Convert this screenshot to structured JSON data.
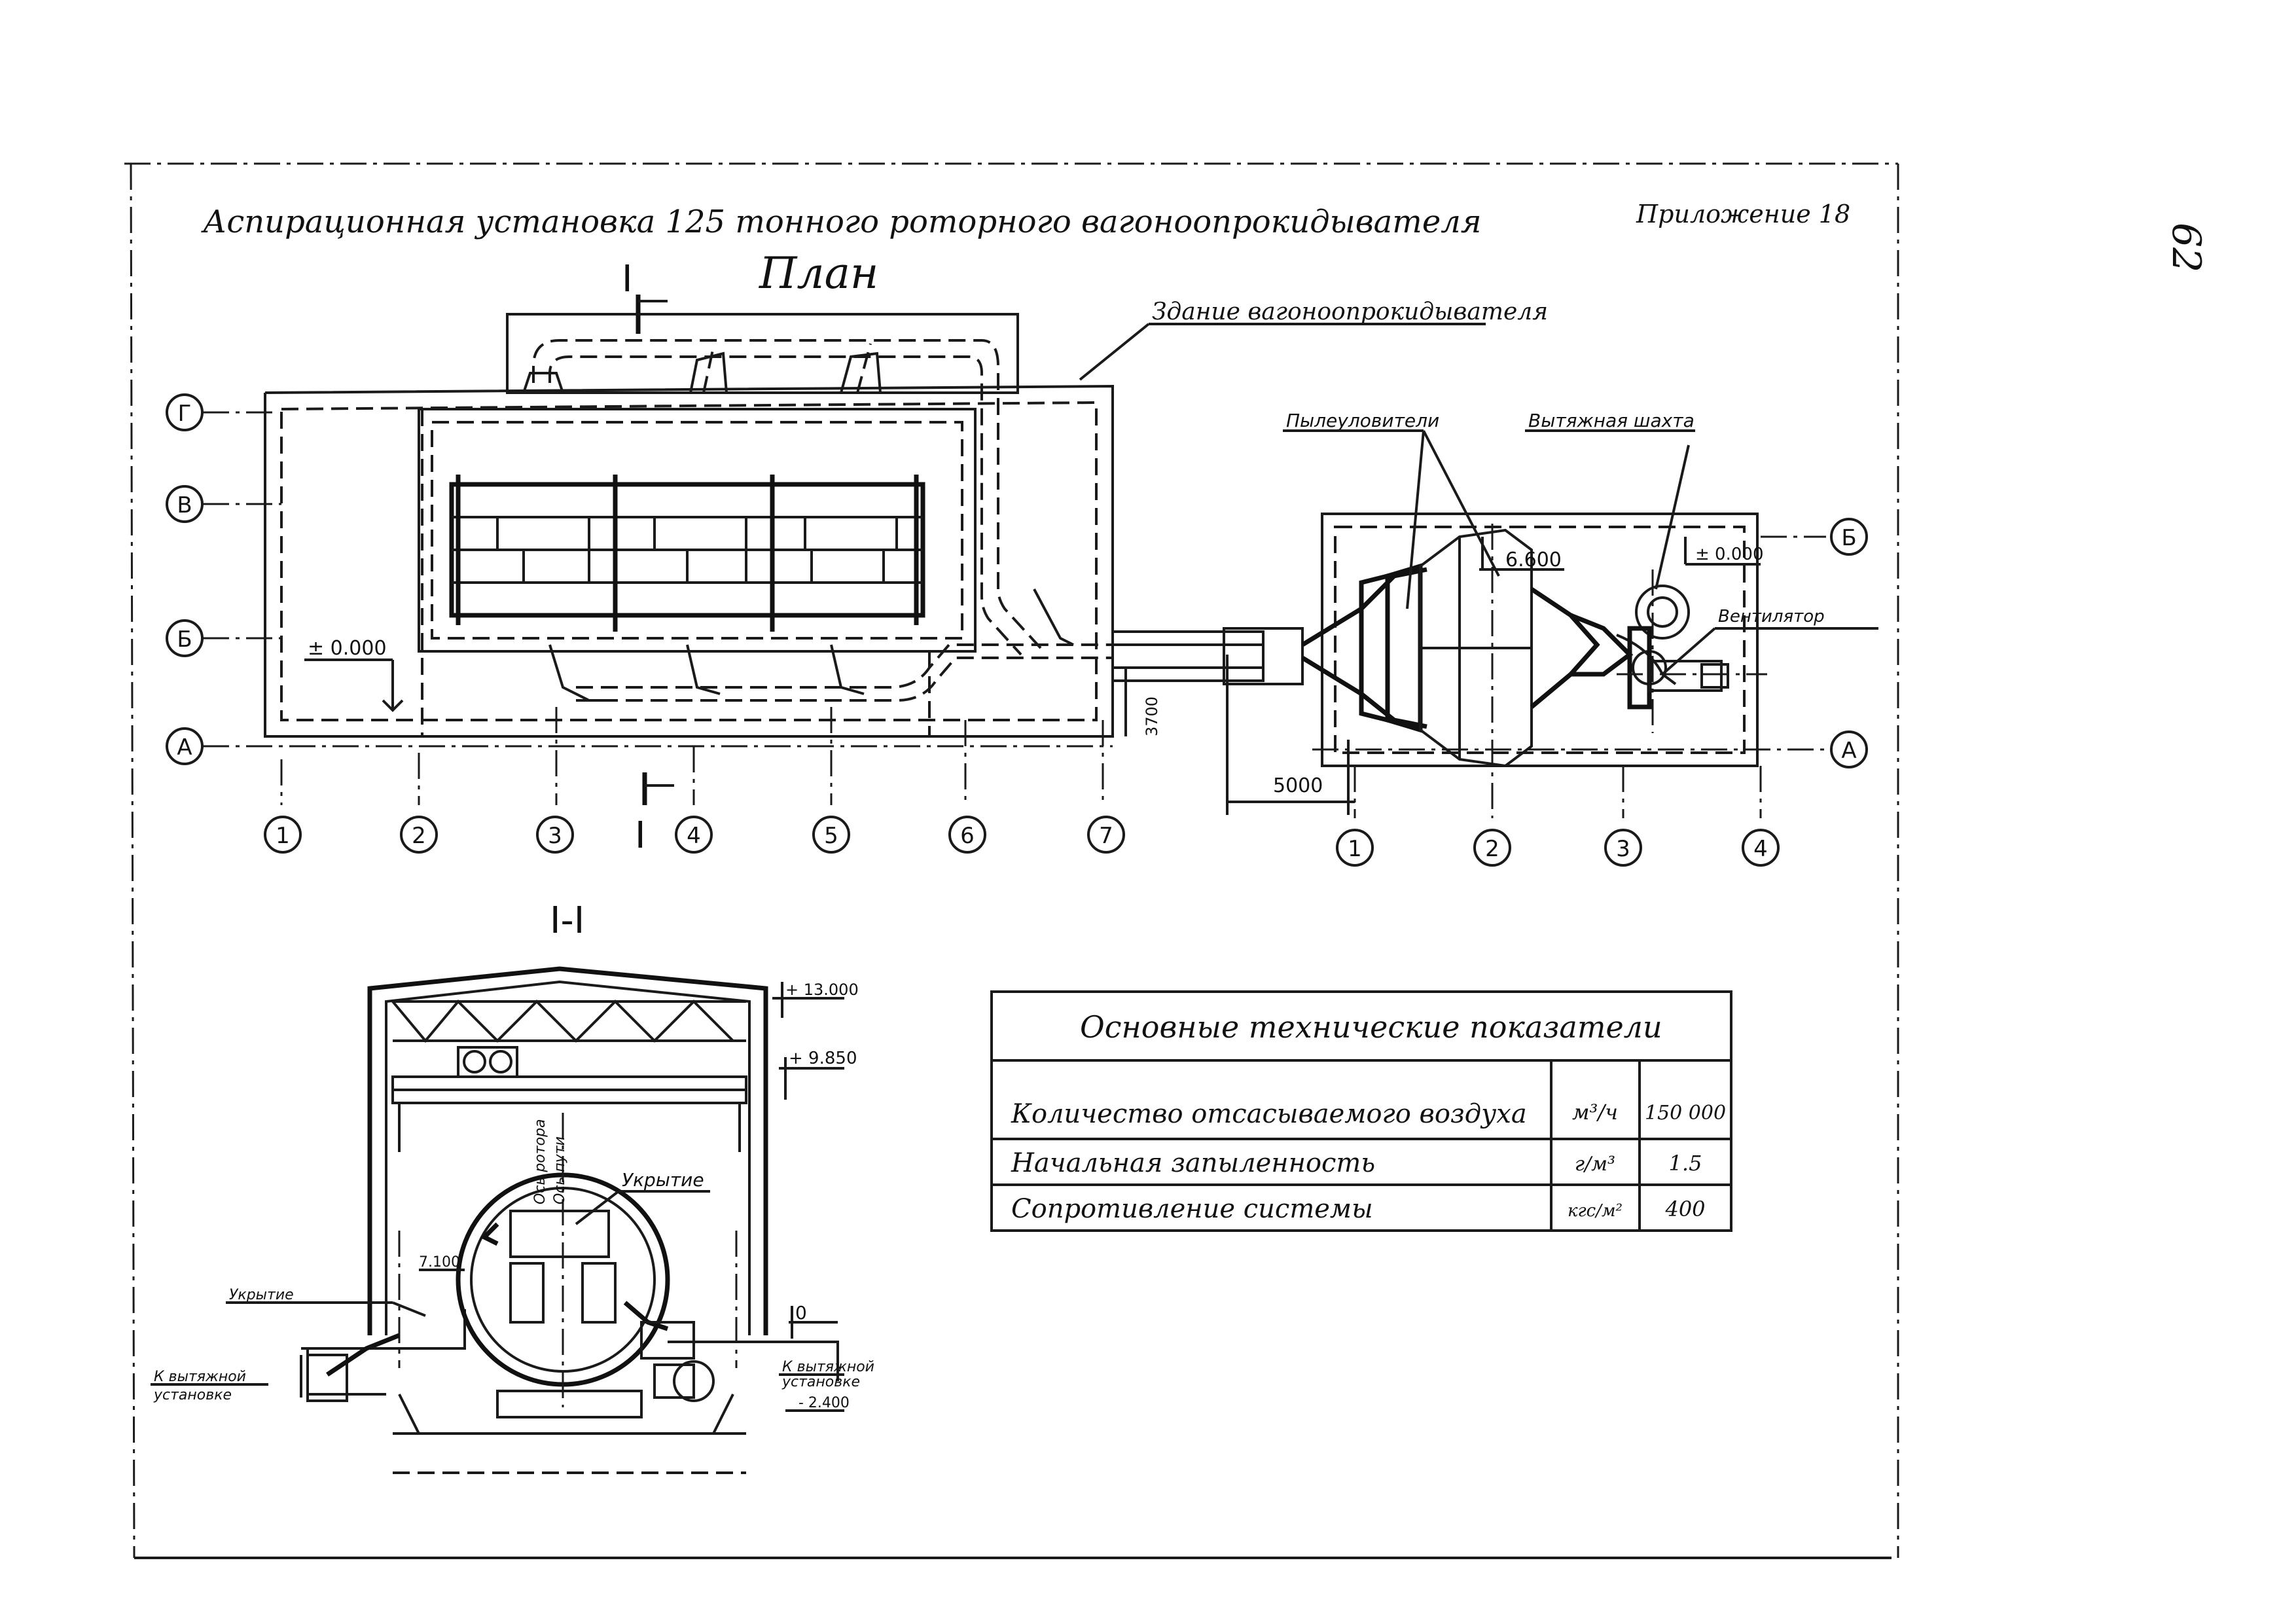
{
  "title": "Аспирационная установка 125 тонного роторного вагоноопрокидывателя",
  "appendix": "Приложение 18",
  "page_number": "62",
  "plan_title": "План",
  "section_title": "I-I",
  "section_mark_top": "I",
  "section_mark_bottom": "I",
  "labels": {
    "building": "Здание вагоноопрокидывателя",
    "dust_collectors": "Пылеуловители",
    "exhaust_stack": "Вытяжная шахта",
    "fan": "Вентилятор",
    "cover": "Укрытие",
    "cover_left": "Укрытие",
    "to_exhaust_left_1": "К вытяжной",
    "to_exhaust_left_2": "установке",
    "to_exhaust_right_1": "К вытяжной",
    "to_exhaust_right_2": "установке",
    "rotor_axis": "Ось ротора",
    "path_axis": "Ось пути"
  },
  "axes_left_rows": [
    "Г",
    "В",
    "Б",
    "А"
  ],
  "axes_left_cols": [
    "1",
    "2",
    "3",
    "4",
    "5",
    "6",
    "7"
  ],
  "axes_right_rows": [
    "Б",
    "А"
  ],
  "axes_right_cols": [
    "1",
    "2",
    "3",
    "4"
  ],
  "dims": {
    "d_5000": "5000",
    "d_3700": "3700",
    "elev_0": "± 0.000",
    "elev_6600": "6.600",
    "elev_right0": "± 0.000",
    "elev_13000": "+ 13.000",
    "elev_9850": "+ 9.850",
    "elev_7100": "7.100",
    "elev_0_section": "0",
    "elev_m2400": "- 2.400"
  },
  "table": {
    "header": "Основные технические показатели",
    "rows": [
      {
        "name": "Количество отсасываемого воздуха",
        "unit": "м³/ч",
        "value": "150 000"
      },
      {
        "name": "Начальная запыленность",
        "unit": "г/м³",
        "value": "1.5"
      },
      {
        "name": "Сопротивление системы",
        "unit": "кгс/м²",
        "value": "400"
      }
    ]
  }
}
